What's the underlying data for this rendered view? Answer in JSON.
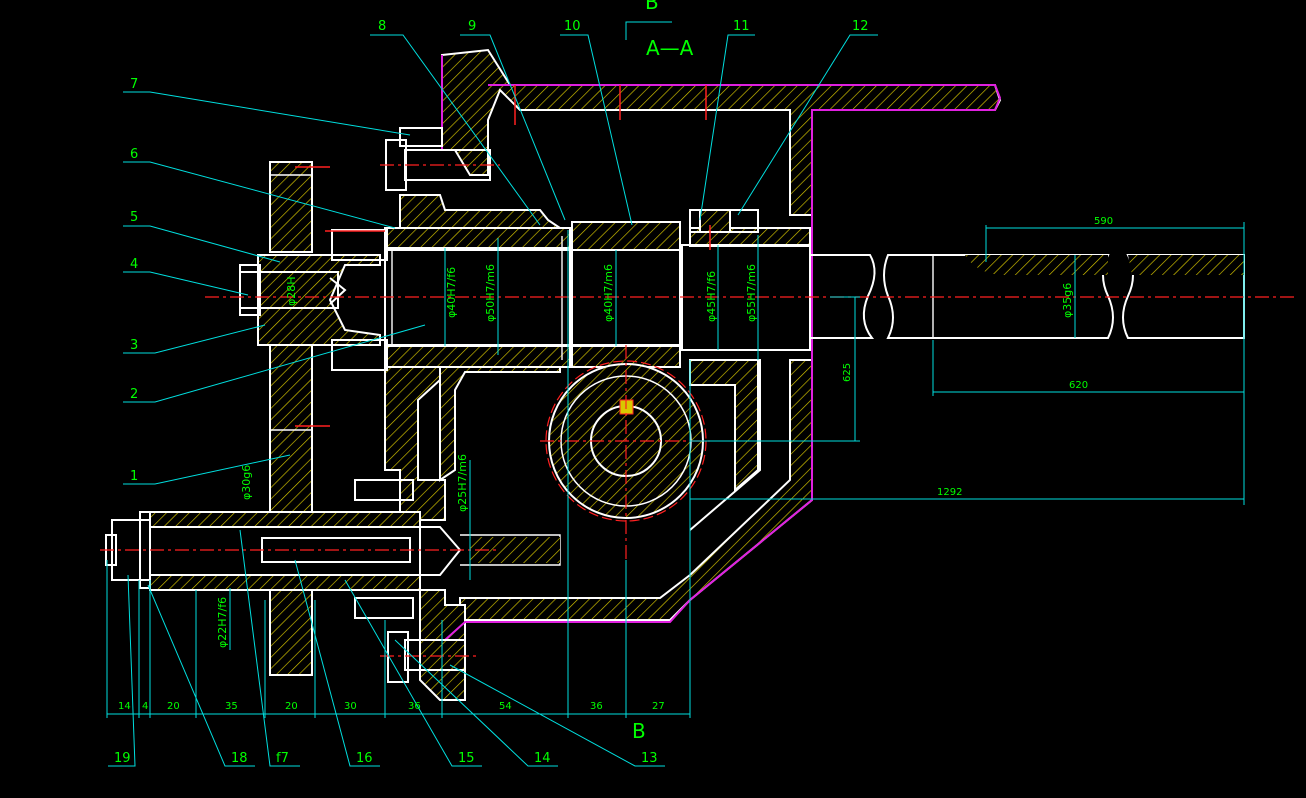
{
  "view": {
    "section_label": "A—A",
    "section_label_top_partial": "B",
    "cut_label_bottom": "B"
  },
  "callouts": [
    "1",
    "2",
    "3",
    "4",
    "5",
    "6",
    "7",
    "8",
    "9",
    "10",
    "11",
    "12",
    "13",
    "14",
    "15",
    "16",
    "f7",
    "18",
    "19"
  ],
  "fits": [
    "φ40H7/f6",
    "φ50H7/m6",
    "φ40H7/m6",
    "φ45H7/f6",
    "φ55H7/m6",
    "φ28H",
    "φ25H7/m6",
    "φ30g6",
    "φ22H7/f6",
    "φ35g6"
  ],
  "dimensions": {
    "top_length": "590",
    "right_length": "620",
    "overall_length": "1292",
    "vertical_offset": "625",
    "bottom_chain": [
      "14",
      "4",
      "20",
      "35",
      "20",
      "30",
      "36",
      "54",
      "36",
      "27"
    ]
  },
  "colors": {
    "background": "#000000",
    "outline": "#ffffff",
    "leader": "#00dede",
    "text": "#00ff00",
    "centerline": "#ff2020",
    "housing_edge": "#e020e0",
    "hatch": "#d8c800"
  }
}
